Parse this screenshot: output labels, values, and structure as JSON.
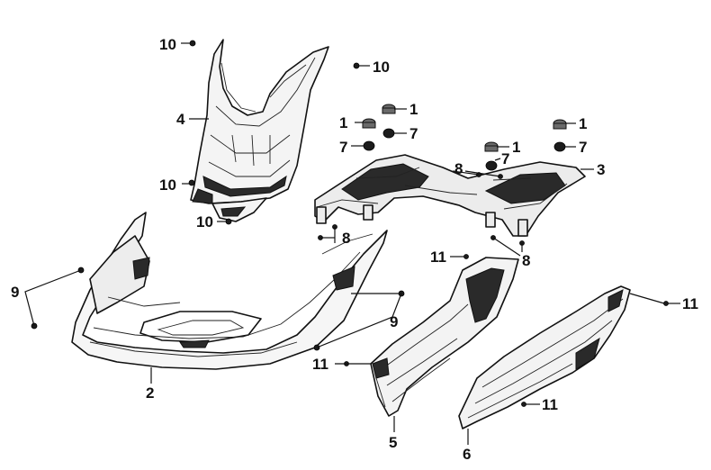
{
  "diagram": {
    "callouts": [
      {
        "id": "c-10a",
        "text": "10"
      },
      {
        "id": "c-10b",
        "text": "10"
      },
      {
        "id": "c-4",
        "text": "4"
      },
      {
        "id": "c-10c",
        "text": "10"
      },
      {
        "id": "c-10d",
        "text": "10"
      },
      {
        "id": "c-1a",
        "text": "1"
      },
      {
        "id": "c-1b",
        "text": "1"
      },
      {
        "id": "c-7a",
        "text": "7"
      },
      {
        "id": "c-7b",
        "text": "7"
      },
      {
        "id": "c-1c",
        "text": "1"
      },
      {
        "id": "c-7c",
        "text": "7"
      },
      {
        "id": "c-8a",
        "text": "8"
      },
      {
        "id": "c-1d",
        "text": "1"
      },
      {
        "id": "c-7d",
        "text": "7"
      },
      {
        "id": "c-3",
        "text": "3"
      },
      {
        "id": "c-8b",
        "text": "8"
      },
      {
        "id": "c-11a",
        "text": "11"
      },
      {
        "id": "c-8c",
        "text": "8"
      },
      {
        "id": "c-9a",
        "text": "9"
      },
      {
        "id": "c-9b",
        "text": "9"
      },
      {
        "id": "c-11b",
        "text": "11"
      },
      {
        "id": "c-11c",
        "text": "11"
      },
      {
        "id": "c-2",
        "text": "2"
      },
      {
        "id": "c-11d",
        "text": "11"
      },
      {
        "id": "c-5",
        "text": "5"
      },
      {
        "id": "c-6",
        "text": "6"
      }
    ],
    "colors": {
      "line": "#111111",
      "fill_dark": "#2a2a2a",
      "background": "#ffffff"
    }
  }
}
